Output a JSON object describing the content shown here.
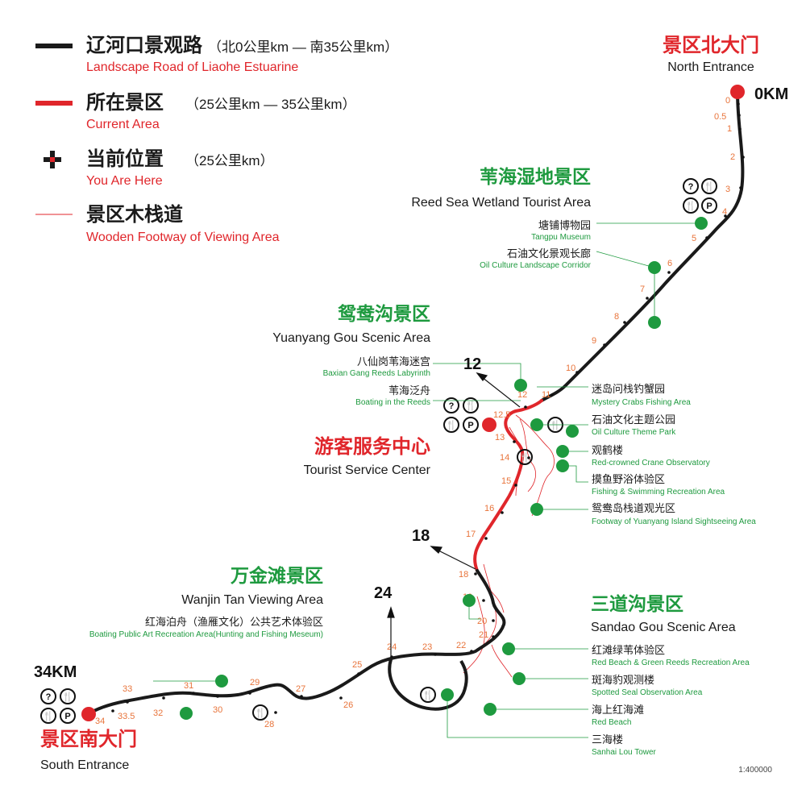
{
  "legend": {
    "road": {
      "cn": "辽河口景观路",
      "range": "（北0公里km — 南35公里km）",
      "en": "Landscape Road of Liaohe Estuarine"
    },
    "current": {
      "cn": "所在景区",
      "range": "（25公里km — 35公里km）",
      "en": "Current Area"
    },
    "here": {
      "cn": "当前位置",
      "range": "（25公里km）",
      "en": "You Are Here"
    },
    "footway": {
      "cn": "景区木栈道",
      "en": "Wooden Footway of Viewing Area"
    }
  },
  "entrances": {
    "north": {
      "cn": "景区北大门",
      "en": "North Entrance",
      "km": "0KM"
    },
    "south": {
      "cn": "景区南大门",
      "en": "South Entrance",
      "km": "34KM"
    }
  },
  "areas": {
    "reed_sea": {
      "cn": "苇海湿地景区",
      "en": "Reed Sea Wetland Tourist Area"
    },
    "yuanyang": {
      "cn": "鸳鸯沟景区",
      "en": "Yuanyang Gou Scenic Area"
    },
    "service": {
      "cn": "游客服务中心",
      "en": "Tourist Service Center"
    },
    "wanjin": {
      "cn": "万金滩景区",
      "en": "Wanjin Tan Viewing Area"
    },
    "sandao": {
      "cn": "三道沟景区",
      "en": "Sandao Gou Scenic Area"
    }
  },
  "pois": [
    {
      "cn": "塘铺博物园",
      "en": "Tangpu Museum"
    },
    {
      "cn": "石油文化景观长廊",
      "en": "Oil Culture Landscape Corridor"
    },
    {
      "cn": "八仙岗苇海迷宫",
      "en": "Baxian Gang Reeds Labyrinth"
    },
    {
      "cn": "苇海泛舟",
      "en": "Boating in the Reeds"
    },
    {
      "cn": "迷岛问栈钓蟹园",
      "en": "Mystery Crabs Fishing Area"
    },
    {
      "cn": "石油文化主题公园",
      "en": "Oil Culture Theme Park"
    },
    {
      "cn": "观鹤楼",
      "en": "Red-crowned Crane Observatory"
    },
    {
      "cn": "摸鱼野浴体验区",
      "en": "Fishing & Swimming Recreation Area"
    },
    {
      "cn": "鸳鸯岛栈道观光区",
      "en": "Footway of Yuanyang Island Sightseeing Area"
    },
    {
      "cn": "红海泊舟（渔雁文化）公共艺术体验区",
      "en": "Boating Public Art Recreation Area(Hunting and Fishing Meseum)"
    },
    {
      "cn": "红滩绿苇体验区",
      "en": "Red Beach & Green Reeds Recreation Area"
    },
    {
      "cn": "斑海豹观测楼",
      "en": "Spotted Seal Observation Area"
    },
    {
      "cn": "海上红海滩",
      "en": "Red Beach"
    },
    {
      "cn": "三海楼",
      "en": "Sanhai Lou Tower"
    }
  ],
  "arrows": {
    "a12": "12",
    "a18": "18",
    "a24": "24"
  },
  "km_marks": [
    "0",
    "0.5",
    "1",
    "2",
    "3",
    "4",
    "5",
    "6",
    "7",
    "8",
    "9",
    "10",
    "11",
    "12",
    "12.5",
    "13",
    "14",
    "15",
    "16",
    "17",
    "18",
    "19",
    "20",
    "21",
    "22",
    "23",
    "24",
    "25",
    "26",
    "27",
    "28",
    "29",
    "30",
    "31",
    "32",
    "33",
    "33.5",
    "34"
  ],
  "icons": {
    "info": "?",
    "food": "🍴",
    "parking": "P"
  },
  "scale": "1:400000",
  "colors": {
    "road": "#1a1a1a",
    "current": "#e0262b",
    "green": "#1e9a3f",
    "km": "#e8743b"
  }
}
